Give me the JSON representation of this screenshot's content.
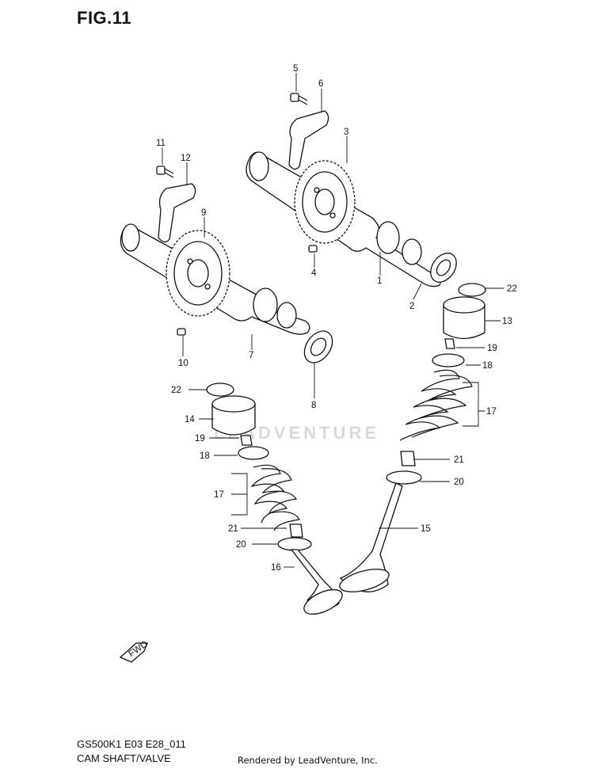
{
  "figure": {
    "title": "FIG.11",
    "model_code": "GS500K1 E03 E28_011",
    "section_title": "CAM SHAFT/VALVE",
    "rendered_by": "Rendered by LeadVenture, Inc.",
    "watermark": "LEADVENTURE",
    "fwd_label": "FWD"
  },
  "callouts": [
    {
      "id": "c5",
      "label": "5"
    },
    {
      "id": "c6",
      "label": "6"
    },
    {
      "id": "c3",
      "label": "3"
    },
    {
      "id": "c11",
      "label": "11"
    },
    {
      "id": "c12",
      "label": "12"
    },
    {
      "id": "c9",
      "label": "9"
    },
    {
      "id": "c4",
      "label": "4"
    },
    {
      "id": "c1",
      "label": "1"
    },
    {
      "id": "c22a",
      "label": "22"
    },
    {
      "id": "c2",
      "label": "2"
    },
    {
      "id": "c13",
      "label": "13"
    },
    {
      "id": "c7",
      "label": "7"
    },
    {
      "id": "c10",
      "label": "10"
    },
    {
      "id": "c19a",
      "label": "19"
    },
    {
      "id": "c18a",
      "label": "18"
    },
    {
      "id": "c17a",
      "label": "17"
    },
    {
      "id": "c22b",
      "label": "22"
    },
    {
      "id": "c8",
      "label": "8"
    },
    {
      "id": "c14",
      "label": "14"
    },
    {
      "id": "c19b",
      "label": "19"
    },
    {
      "id": "c18b",
      "label": "18"
    },
    {
      "id": "c21a",
      "label": "21"
    },
    {
      "id": "c20a",
      "label": "20"
    },
    {
      "id": "c17b",
      "label": "17"
    },
    {
      "id": "c15",
      "label": "15"
    },
    {
      "id": "c21b",
      "label": "21"
    },
    {
      "id": "c20b",
      "label": "20"
    },
    {
      "id": "c16",
      "label": "16"
    }
  ]
}
